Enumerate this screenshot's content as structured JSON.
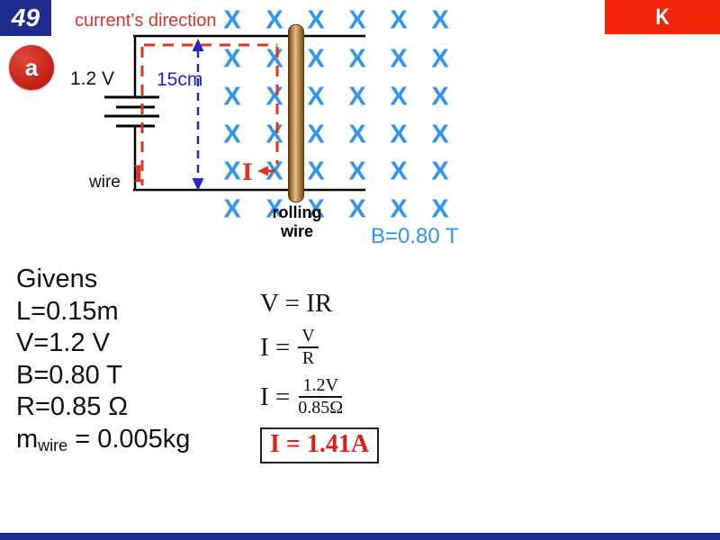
{
  "colors": {
    "navy": "#1E2C8F",
    "badge_red": "#CE241A",
    "tag_red": "#F3260D",
    "field_blue": "#2E96F0",
    "measure_blue": "#2424CF",
    "dash_red": "#E2311E",
    "rod_brown": "#9C6B2F",
    "result_red": "#DF1D14"
  },
  "slide": {
    "number": "49",
    "part_label": "a",
    "corner_tag": "K"
  },
  "diagram": {
    "current_direction_label": "current’s direction",
    "voltage_label": "1.2 V",
    "length_label": "15cm",
    "wire_label": "wire",
    "current_symbol": "I",
    "rolling_wire_label_line1": "rolling",
    "rolling_wire_label_line2": "wire",
    "field_strength_label": "B=0.80 T",
    "field": {
      "symbol": "X",
      "columns_x": [
        258,
        305,
        351,
        397,
        443,
        489
      ],
      "rows_y": [
        23,
        66,
        108,
        150,
        191,
        233
      ]
    }
  },
  "givens": {
    "title": "Givens",
    "items": [
      "L=0.15m",
      "V=1.2 V",
      "B=0.80 T",
      "R=0.85 Ω"
    ],
    "mass": {
      "base": "m",
      "sub": "wire",
      "rest": " = 0.005kg"
    }
  },
  "equations": {
    "eq1": "V = IR",
    "eq2": {
      "lhs": "I =",
      "num": "V",
      "den": "R"
    },
    "eq3": {
      "lhs": "I =",
      "num": "1.2V",
      "den": "0.85Ω"
    },
    "result": "I = 1.41A"
  }
}
